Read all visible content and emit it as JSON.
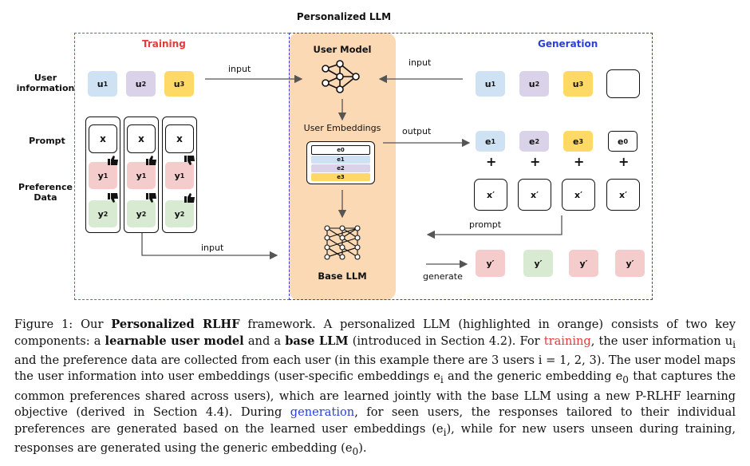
{
  "figure": {
    "title": "Personalized LLM",
    "training_title": "Training",
    "generation_title": "Generation",
    "row_labels": {
      "user_information": "User\ninformation",
      "prompt": "Prompt",
      "preference_data": "Preference\nData"
    },
    "user_model": "User Model",
    "user_embeddings": "User Embeddings",
    "base_llm": "Base LLM",
    "embedding_rows": [
      "e0",
      "e1",
      "e2",
      "e3"
    ],
    "arrow_labels": {
      "input_train": "input",
      "input_gen": "input",
      "output": "output",
      "input_pref": "input",
      "prompt": "prompt",
      "generate": "generate"
    },
    "train_users": [
      "u",
      "u",
      "u"
    ],
    "train_user_subs": [
      "1",
      "2",
      "3"
    ],
    "train_prompt": "x",
    "train_y1": "y",
    "train_y1_sub": "1",
    "train_y2": "y",
    "train_y2_sub": "2",
    "gen_users": [
      "u",
      "u",
      "u"
    ],
    "gen_user_subs": [
      "1",
      "2",
      "3"
    ],
    "gen_embeddings": [
      "e",
      "e",
      "e",
      "e"
    ],
    "gen_embedding_subs": [
      "1",
      "2",
      "3",
      "0"
    ],
    "plus": "+",
    "gen_prompt": "x′",
    "gen_output": "y′",
    "colors": {
      "train_border": "#e23b3b",
      "gen_border": "#3b3bd8",
      "core": "#fbd9b5",
      "blue": "#cfe2f3",
      "purple": "#d9d2e9",
      "yellow": "#ffd966",
      "red": "#f4cccc",
      "green": "#d9ead3"
    },
    "icons": [
      "neural-network-icon",
      "thumbs-up-icon",
      "thumbs-down-icon",
      "arrow-icon"
    ]
  },
  "caption": {
    "p1": "Figure 1: Our ",
    "b1": "Personalized RLHF",
    "p2": " framework. A personalized LLM (highlighted in orange) consists of two key components: a ",
    "b2": "learnable user model",
    "p3": " and a ",
    "b3": "base LLM",
    "p4": " (introduced in Section 4.2). For ",
    "training": "training",
    "p5": ", the user information u",
    "p5sub": "i",
    "p6": " and the preference data are collected from each user (in this example there are 3 users i = 1, 2, 3). The user model maps the user information into user embeddings (user-specific embeddings e",
    "p6sub": "i",
    "p7": " and the generic embedding e",
    "p7sub": "0",
    "p8": " that captures the common preferences shared across users), which are learned jointly with the base LLM using a new P-RLHF learning objective (derived in Section 4.4). During ",
    "generation": "generation",
    "p9": ", for seen users, the responses tailored to their individual preferences are generated based on the learned user embeddings (e",
    "p9sub": "i",
    "p10": "), while for new users unseen during training, responses are generated using the generic embedding (e",
    "p10sub": "0",
    "p11": ")."
  }
}
